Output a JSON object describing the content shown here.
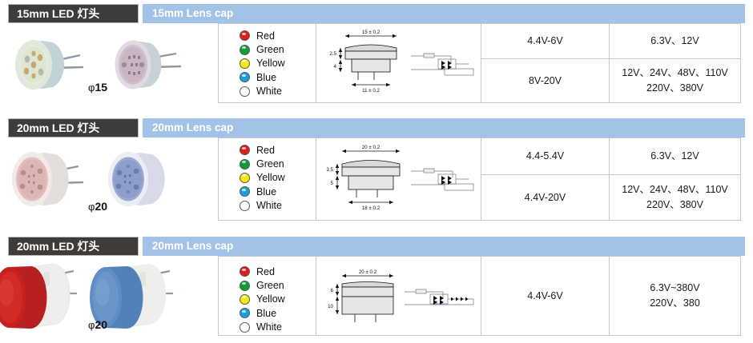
{
  "page": {
    "title": "LED lamp holder & lens cap specification table",
    "accent_dark": "#3f3b38",
    "accent_blue": "#a3c2e8",
    "border_color": "#c8c8c8"
  },
  "legend_colors": [
    {
      "name": "Red",
      "hex": "#e01b1b"
    },
    {
      "name": "Green",
      "hex": "#0f9b37"
    },
    {
      "name": "Yellow",
      "hex": "#f7e70d"
    },
    {
      "name": "Blue",
      "hex": "#1a9ede"
    },
    {
      "name": "White",
      "hex": "#ffffff"
    }
  ],
  "sections": [
    {
      "dark_header": "15mm LED 灯头",
      "blue_header": "15mm Lens cap",
      "photo_caption_symbol": "φ",
      "photo_caption_value": "15",
      "photos": [
        {
          "label": "led-holder-photo-green"
        },
        {
          "label": "led-holder-photo-pink"
        }
      ],
      "drawing": {
        "width_dim": "15 ± 0.2",
        "base_dim": "11 ± 0.2",
        "height_top": "2.5",
        "height_bottom": "4"
      },
      "voltage_rows": [
        {
          "led": "4.4V-6V",
          "rated": "6.3V、12V"
        },
        {
          "led": "8V-20V",
          "rated": "12V、24V、48V、110V\n220V、380V"
        }
      ]
    },
    {
      "dark_header": "20mm LED 灯头",
      "blue_header": "20mm Lens cap",
      "photo_caption_symbol": "φ",
      "photo_caption_value": "20",
      "photos": [
        {
          "label": "led-holder-photo-pink"
        },
        {
          "label": "led-holder-photo-blue"
        }
      ],
      "drawing": {
        "width_dim": "20 ± 0.2",
        "base_dim": "18 ± 0.2",
        "height_top": "3.5",
        "height_bottom": "5"
      },
      "voltage_rows": [
        {
          "led": "4.4-5.4V",
          "rated": "6.3V、12V"
        },
        {
          "led": "4.4V-20V",
          "rated": "12V、24V、48V、110V\n220V、380V"
        }
      ]
    },
    {
      "dark_header": "20mm LED 灯头",
      "blue_header": "20mm Lens cap",
      "photo_caption_symbol": "φ",
      "photo_caption_value": "20",
      "photos": [
        {
          "label": "led-lamp-photo-red"
        },
        {
          "label": "led-lamp-photo-blue"
        }
      ],
      "drawing": {
        "width_dim": "20 ± 0.2",
        "base_dim": "",
        "height_top": "6",
        "height_bottom": "10"
      },
      "voltage_rows": [
        {
          "led": "4.4V-6V",
          "rated": "6.3V~380V\n220V、380"
        }
      ]
    }
  ]
}
